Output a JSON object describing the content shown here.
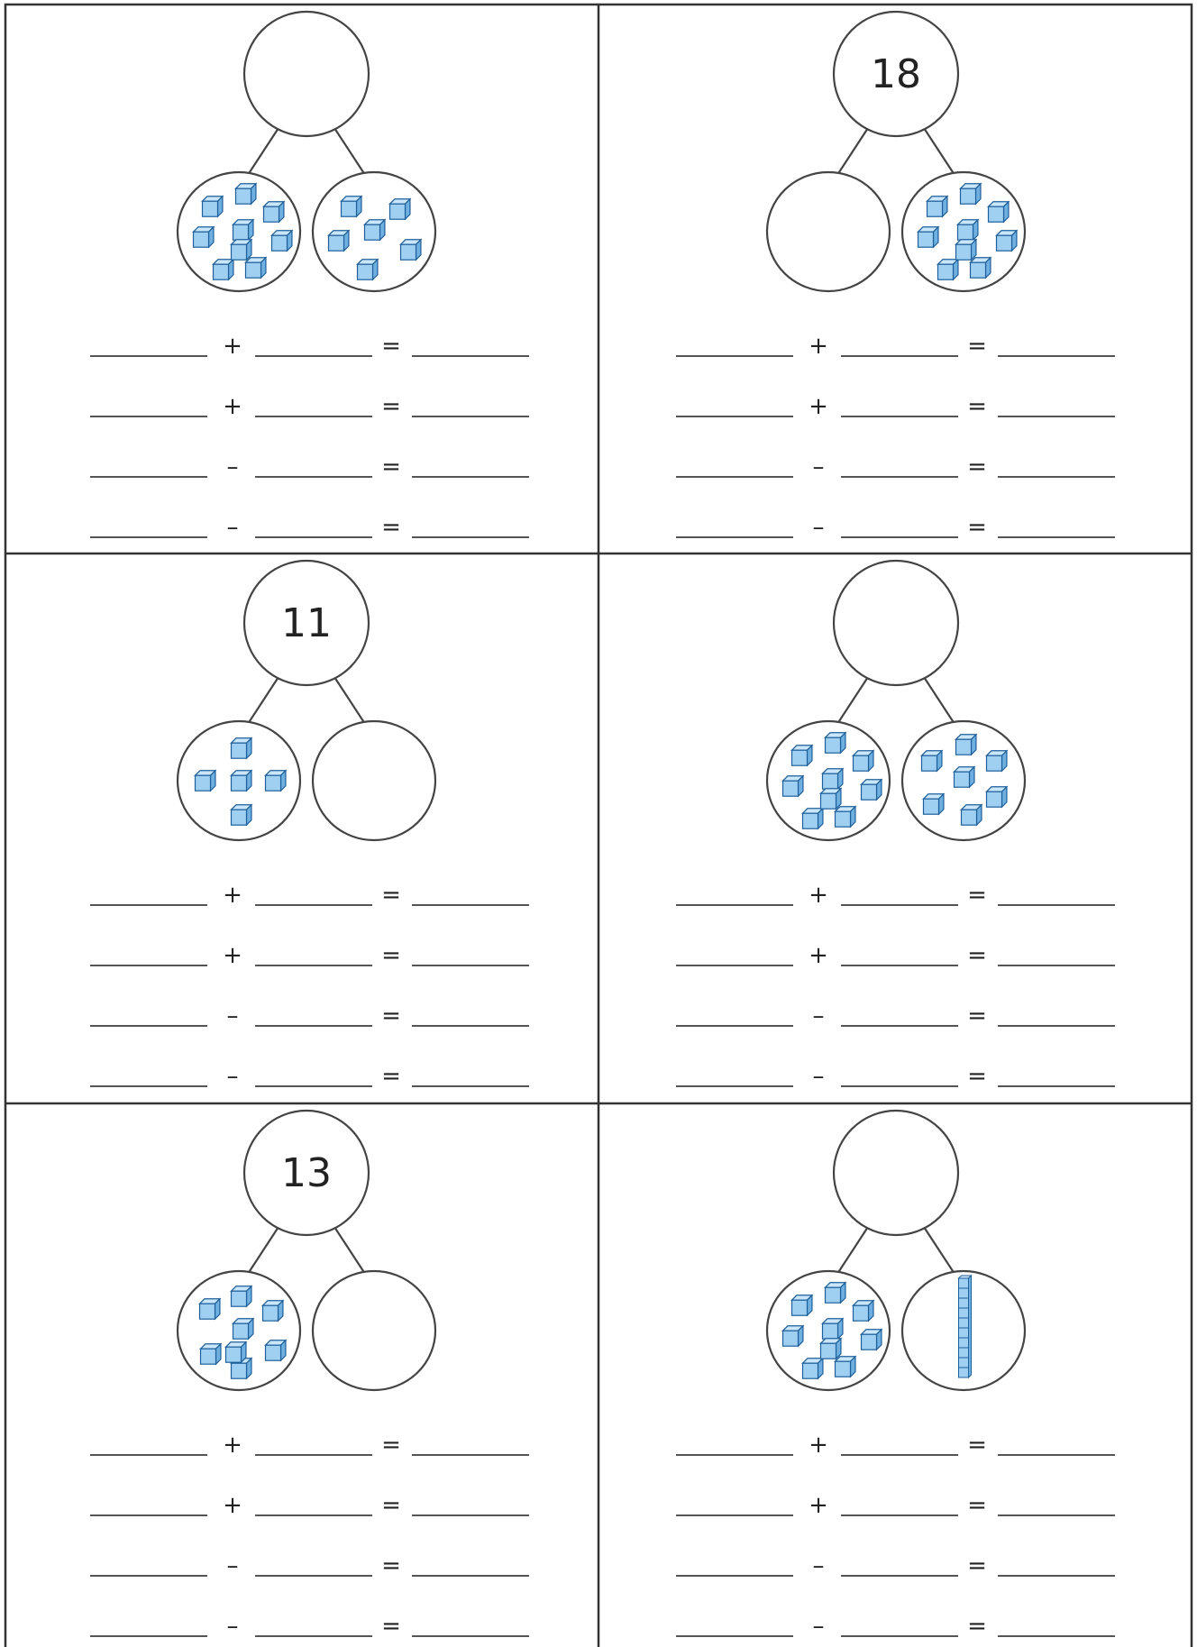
{
  "worksheet": {
    "panels": [
      {
        "whole": "",
        "left_cubes": 9,
        "right_cubes": 6,
        "right_kind": "cubes",
        "equations": [
          "+",
          "+",
          "–",
          "–"
        ],
        "equals": "="
      },
      {
        "whole": "18",
        "left_cubes": 0,
        "right_cubes": 9,
        "right_kind": "cubes",
        "equations": [
          "+",
          "+",
          "–",
          "–"
        ],
        "equals": "="
      },
      {
        "whole": "11",
        "left_cubes": 5,
        "right_cubes": 0,
        "right_kind": "empty",
        "equations": [
          "+",
          "+",
          "–",
          "–"
        ],
        "equals": "="
      },
      {
        "whole": "",
        "left_cubes": 9,
        "right_cubes": 7,
        "right_kind": "cubes",
        "equations": [
          "+",
          "+",
          "–",
          "–"
        ],
        "equals": "="
      },
      {
        "whole": "13",
        "left_cubes": 8,
        "right_cubes": 0,
        "right_kind": "empty",
        "equations": [
          "+",
          "+",
          "–",
          "–"
        ],
        "equals": "="
      },
      {
        "whole": "",
        "left_cubes": 9,
        "right_cubes": 10,
        "right_kind": "ten-rod",
        "equations": [
          "+",
          "+",
          "–",
          "–"
        ],
        "equals": "="
      }
    ],
    "colors": {
      "cube_front": "#9fd0f2",
      "cube_top": "#c9e6fa",
      "cube_side": "#6fb0e0",
      "cube_edge": "#1f5f9a",
      "line": "#444444",
      "blank": "#555555"
    }
  }
}
